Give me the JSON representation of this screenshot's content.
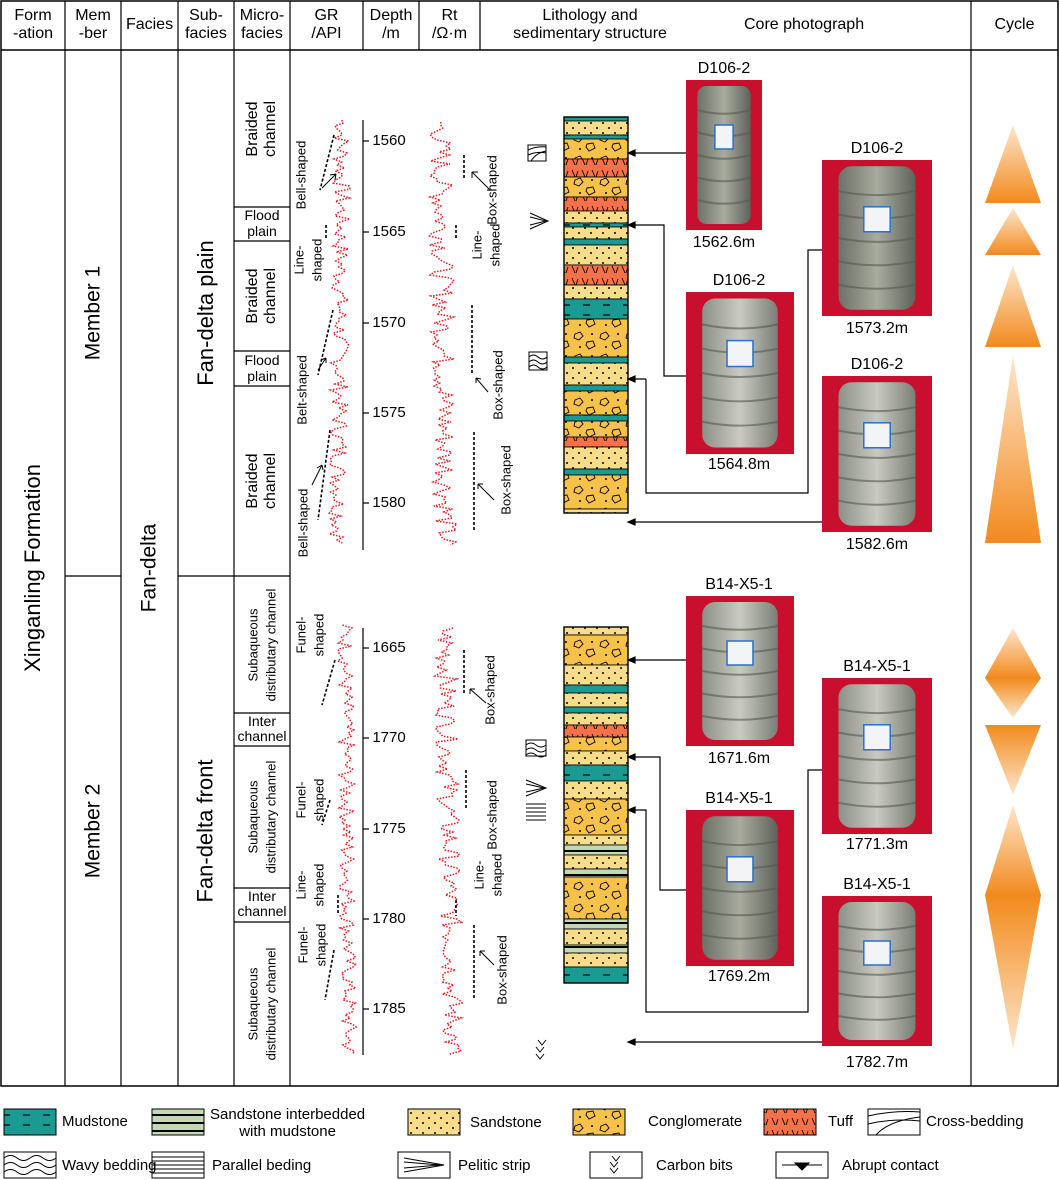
{
  "headers": {
    "formation": "Form\n-ation",
    "member": "Mem\n-ber",
    "facies": "Facies",
    "subfacies": "Sub-\nfacies",
    "microfacies": "Micro-\nfacies",
    "gr": "GR\n/API",
    "depth": "Depth\n/m",
    "rt": "Rt\n/Ω·m",
    "lithology": "Lithology and\nsedimentary structure",
    "core": "Core photograph",
    "cycle": "Cycle"
  },
  "formation": "Xinganling Formation",
  "members": [
    "Member 1",
    "Member 2"
  ],
  "facies": "Fan-delta",
  "subfacies": [
    "Fan-delta plain",
    "Fan-delta front"
  ],
  "microfacies": [
    "Braided\nchannel",
    "Flood\nplain",
    "Braided\nchannel",
    "Flood\nplain",
    "Braided\nchannel",
    "Subaqueous\ndistributary channel",
    "Inter\nchannel",
    "Subaqueous\ndistributary channel",
    "Inter\nchannel",
    "Subaqueous\ndistributary channel"
  ],
  "depth_ticks_upper": [
    "1560",
    "1565",
    "1570",
    "1575",
    "1580"
  ],
  "depth_ticks_lower": [
    "1665",
    "1770",
    "1775",
    "1780",
    "1785"
  ],
  "gr_annotations": [
    "Bell-shaped",
    "Line-\nshaped",
    "Belt-shaped",
    "Bell-shaped",
    "Funel-\nshaped",
    "Funel-\nshaped",
    "Line-\nshaped",
    "Funel-\nshaped"
  ],
  "rt_annotations": [
    "Box-shaped",
    "Line-\nshaped",
    "Box-shaped",
    "Box-shaped",
    "Box-shaped",
    "Box-shaped",
    "Line-\nshaped",
    "Box-shaped"
  ],
  "photos": [
    {
      "well": "D106-2",
      "depth": "1562.6m"
    },
    {
      "well": "D106-2",
      "depth": "1564.8m"
    },
    {
      "well": "D106-2",
      "depth": "1573.2m"
    },
    {
      "well": "D106-2",
      "depth": "1582.6m"
    },
    {
      "well": "B14-X5-1",
      "depth": "1671.6m"
    },
    {
      "well": "B14-X5-1",
      "depth": "1769.2m"
    },
    {
      "well": "B14-X5-1",
      "depth": "1771.3m"
    },
    {
      "well": "B14-X5-1",
      "depth": "1782.7m"
    }
  ],
  "legend": [
    "Mudstone",
    "Sandstone interbedded\nwith mudstone",
    "Sandstone",
    "Conglomerate",
    "Tuff",
    "Cross-bedding",
    "Wavy bedding",
    "Parallel beding",
    "Pelitic strip",
    "Carbon bits",
    "Abrupt contact"
  ],
  "colors": {
    "mudstone": "#1b9a93",
    "sandstone": "#f7dc8a",
    "conglomerate": "#f6c24a",
    "tuff": "#f4714a",
    "interbedded": "#c5d8b4",
    "log_curve": "#e8141c",
    "cycle": "#f28a1d",
    "photo_bg": "#c8102e"
  }
}
